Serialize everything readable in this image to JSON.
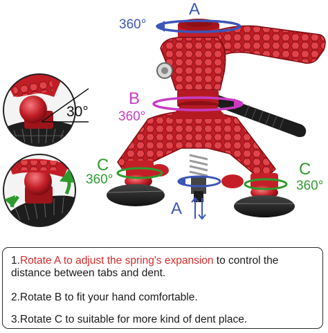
{
  "labels": {
    "a_top": "A",
    "a_top_rotation": "360°",
    "b": "B",
    "b_rotation": "360°",
    "c_left": "C",
    "c_left_rotation": "360°",
    "c_right": "C",
    "c_right_rotation": "360°",
    "a_bottom": "A",
    "tilt_angle": "30°"
  },
  "instructions": {
    "step1_prefix": "1.",
    "step1_highlight": "Rotate A to adjust the spring's expansion",
    "step1_rest": " to control the distance between tabs and dent.",
    "step2": "2.Rotate B to fit your hand comfortable.",
    "step3": "3.Rotate C to suitable for more kind of dent place."
  },
  "colors": {
    "tool_red": "#c8202a",
    "arrow_blue": "#3d55b8",
    "arrow_magenta": "#c93cc2",
    "arrow_green": "#2e9a2e"
  }
}
